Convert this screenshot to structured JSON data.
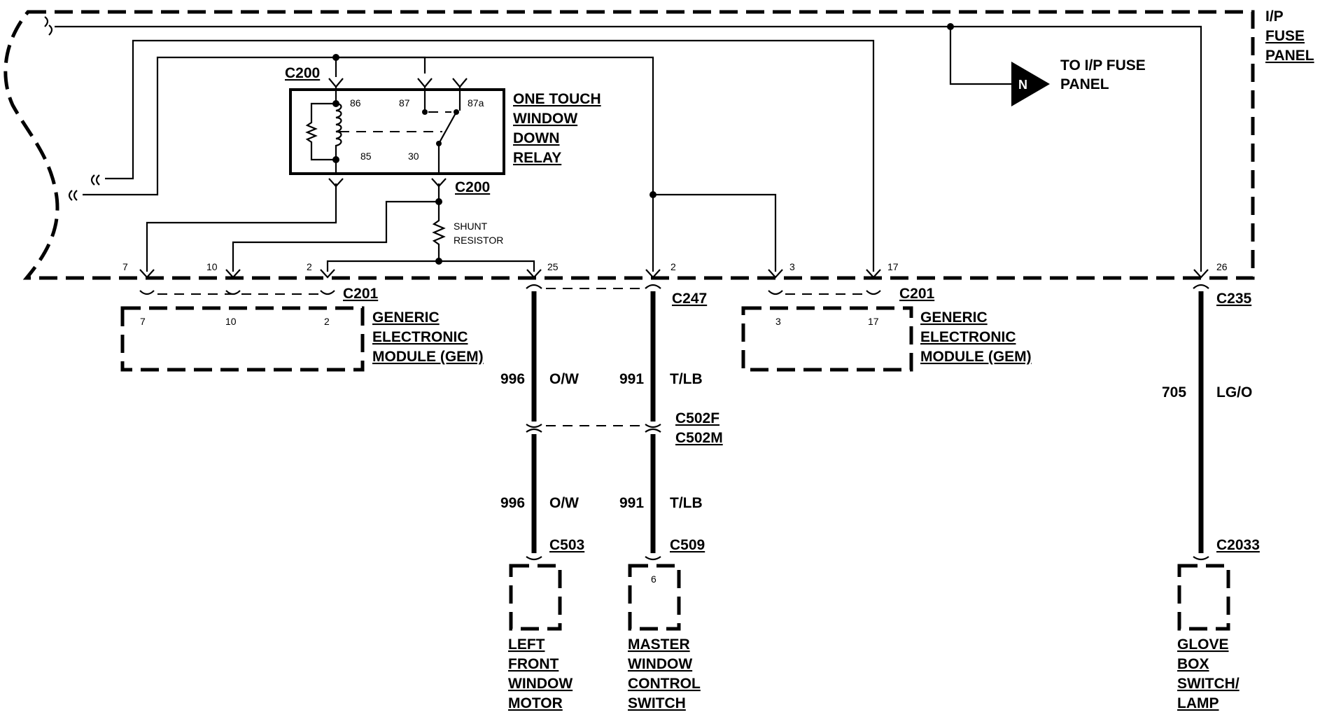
{
  "fuse_panel": {
    "title": "I/P",
    "title2": "FUSE",
    "title3": "PANEL"
  },
  "to_fuse_panel": {
    "line1": "TO I/P FUSE",
    "line2": "PANEL",
    "marker": "N"
  },
  "relay": {
    "connector_top": "C200",
    "connector_bottom": "C200",
    "name_lines": [
      "ONE TOUCH",
      "WINDOW",
      "DOWN",
      "RELAY"
    ],
    "pins": {
      "p86": "86",
      "p87": "87",
      "p87a": "87a",
      "p85": "85",
      "p30": "30"
    }
  },
  "shunt": {
    "line1": "SHUNT",
    "line2": "RESISTOR"
  },
  "panel_pins": {
    "a": "7",
    "b": "10",
    "c": "2",
    "d": "25",
    "e": "2",
    "f": "3",
    "g": "17",
    "h": "26"
  },
  "gem_left": {
    "connector": "C201",
    "pins": [
      "7",
      "10",
      "2"
    ],
    "name_lines": [
      "GENERIC",
      "ELECTRONIC",
      "MODULE (GEM)"
    ]
  },
  "gem_right": {
    "connector": "C201",
    "pins": [
      "3",
      "17"
    ],
    "name_lines": [
      "GENERIC",
      "ELECTRONIC",
      "MODULE (GEM)"
    ]
  },
  "wires": {
    "left": {
      "circuit": "996",
      "color": "O/W"
    },
    "mid": {
      "circuit": "991",
      "color": "T/LB"
    },
    "right": {
      "circuit": "705",
      "color": "LG/O"
    }
  },
  "connectors": {
    "c247": "C247",
    "c502f": "C502F",
    "c502m": "C502M",
    "c503": "C503",
    "c509": "C509",
    "c235": "C235",
    "c2033": "C2033"
  },
  "components": {
    "left_motor": {
      "lines": [
        "LEFT",
        "FRONT",
        "WINDOW",
        "MOTOR"
      ]
    },
    "master_switch": {
      "pin": "6",
      "lines": [
        "MASTER",
        "WINDOW",
        "CONTROL",
        "SWITCH"
      ]
    },
    "glove_box": {
      "lines": [
        "GLOVE",
        "BOX",
        "SWITCH/",
        "LAMP"
      ]
    }
  }
}
